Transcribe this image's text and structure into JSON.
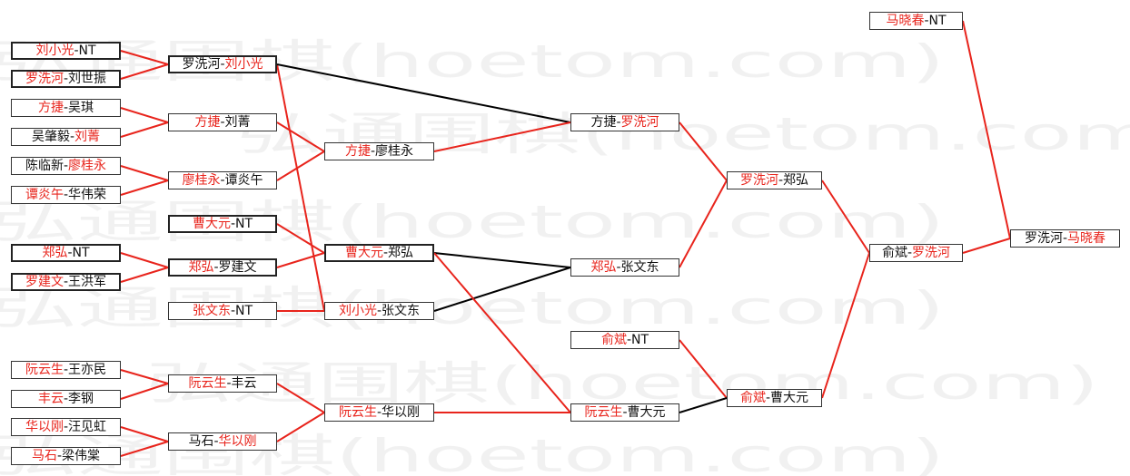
{
  "watermark": "弘通围棋(hoetom.com)",
  "colors": {
    "winner": "#e8241c",
    "text": "#111111",
    "line_red": "#e8241c",
    "line_black": "#000000"
  },
  "matches": {
    "r1m1": {
      "p1": "刘小光",
      "sep": "-",
      "p2": "NT"
    },
    "r1m2": {
      "p1": "罗洗河",
      "sep": "-",
      "p2": "刘世振"
    },
    "r1m3": {
      "p1": "方捷",
      "sep": "-",
      "p2": "吴琪"
    },
    "r1m4": {
      "p1": "吴肇毅",
      "sep": "-",
      "p2": "刘菁"
    },
    "r1m5": {
      "p1": "陈临新",
      "sep": "-",
      "p2": "廖桂永"
    },
    "r1m6": {
      "p1": "谭炎午",
      "sep": "-",
      "p2": "华伟荣"
    },
    "r1m7": {
      "p1": "郑弘",
      "sep": "-",
      "p2": "NT"
    },
    "r1m8": {
      "p1": "罗建文",
      "sep": "-",
      "p2": "王洪军"
    },
    "r1m9": {
      "p1": "阮云生",
      "sep": "-",
      "p2": "王亦民"
    },
    "r1m10": {
      "p1": "丰云",
      "sep": "-",
      "p2": "李钢"
    },
    "r1m11": {
      "p1": "华以刚",
      "sep": "-",
      "p2": "汪见虹"
    },
    "r1m12": {
      "p1": "马石",
      "sep": "-",
      "p2": "梁伟棠"
    },
    "r2m1": {
      "p1": "罗洗河",
      "sep": "-",
      "p2": "刘小光"
    },
    "r2m2": {
      "p1": "方捷",
      "sep": "-",
      "p2": "刘菁"
    },
    "r2m3": {
      "p1": "廖桂永",
      "sep": "-",
      "p2": "谭炎午"
    },
    "r2m4": {
      "p1": "曹大元",
      "sep": "-",
      "p2": "NT"
    },
    "r2m5": {
      "p1": "郑弘",
      "sep": "-",
      "p2": "罗建文"
    },
    "r2m6": {
      "p1": "张文东",
      "sep": "-",
      "p2": "NT"
    },
    "r2m7": {
      "p1": "阮云生",
      "sep": "-",
      "p2": "丰云"
    },
    "r2m8": {
      "p1": "马石",
      "sep": "-",
      "p2": "华以刚"
    },
    "r3m1": {
      "p1": "方捷",
      "sep": "-",
      "p2": "廖桂永"
    },
    "r3m2": {
      "p1": "曹大元",
      "sep": "-",
      "p2": "郑弘"
    },
    "r3m3": {
      "p1": "刘小光",
      "sep": "-",
      "p2": "张文东"
    },
    "r3m4": {
      "p1": "阮云生",
      "sep": "-",
      "p2": "华以刚"
    },
    "r4m1": {
      "p1": "方捷",
      "sep": "-",
      "p2": "罗洗河"
    },
    "r4m2": {
      "p1": "郑弘",
      "sep": "-",
      "p2": "张文东"
    },
    "r4m3": {
      "p1": "俞斌",
      "sep": "-",
      "p2": "NT"
    },
    "r4m4": {
      "p1": "阮云生",
      "sep": "-",
      "p2": "曹大元"
    },
    "r5m1": {
      "p1": "罗洗河",
      "sep": "-",
      "p2": "郑弘"
    },
    "r5m2": {
      "p1": "俞斌",
      "sep": "-",
      "p2": "曹大元"
    },
    "r6m1": {
      "p1": "俞斌",
      "sep": "-",
      "p2": "罗洗河"
    },
    "r6m2": {
      "p1": "马晓春",
      "sep": "-",
      "p2": "NT"
    },
    "final": {
      "p1": "罗洗河",
      "sep": "-",
      "p2": "马晓春"
    }
  }
}
